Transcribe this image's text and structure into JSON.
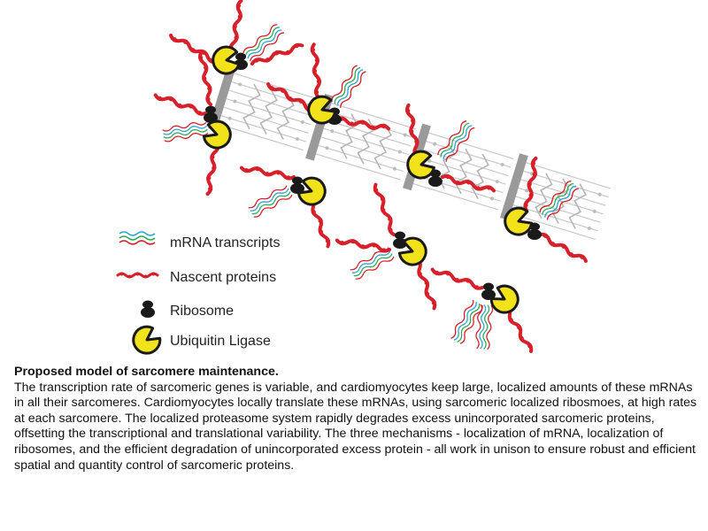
{
  "legend": {
    "items": [
      {
        "key": "mrna",
        "label": "mRNA transcripts",
        "icon": "mrna-transcripts-icon"
      },
      {
        "key": "nascent",
        "label": "Nascent proteins",
        "icon": "nascent-protein-icon"
      },
      {
        "key": "ribosome",
        "label": "Ribosome",
        "icon": "ribosome-icon"
      },
      {
        "key": "ligase",
        "label": "Ubiquitin Ligase",
        "icon": "ubiquitin-ligase-icon"
      }
    ]
  },
  "caption": {
    "title": "Proposed model of sarcomere maintenance.",
    "body": "The transcription rate of sarcomeric genes is variable, and cardiomyocytes keep large, localized amounts of these mRNAs in all their sarcomeres. Cardiomyocytes locally translate these mRNAs, using sarcomeric localized ribosmoes, at high rates at each sarcomere. The localized proteasome system rapidly degrades excess unincorporated sarcomeric proteins, offsetting the transcriptional and translational variability. The three mechanisms - localization of mRNA, localization of ribosomes, and the efficient degradation of unincorporated excess protein - all work in unison to ensure robust and efficient spatial and quantity control of sarcomeric proteins."
  },
  "colors": {
    "protein": "#d8202a",
    "mrna_green": "#2fae5a",
    "mrna_blue": "#2aa6d6",
    "ribosome": "#1a1a1a",
    "ligase": "#f2e21a",
    "zdisc": "#9a9a9a",
    "filament": "#c8c8c8"
  }
}
